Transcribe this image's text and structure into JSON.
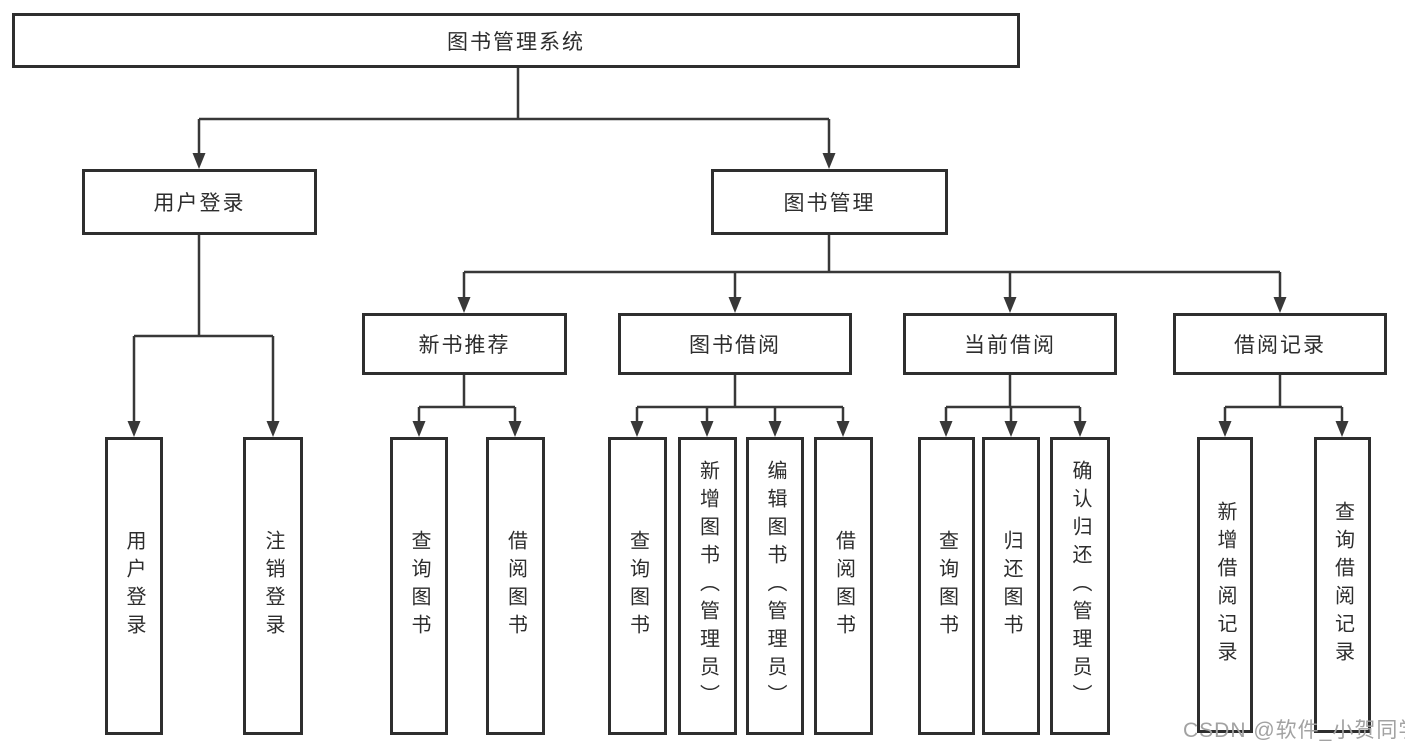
{
  "diagram": {
    "root": {
      "label": "图书管理系统"
    },
    "level2": [
      {
        "label": "用户登录"
      },
      {
        "label": "图书管理"
      }
    ],
    "level3": [
      {
        "label": "新书推荐"
      },
      {
        "label": "图书借阅"
      },
      {
        "label": "当前借阅"
      },
      {
        "label": "借阅记录"
      }
    ],
    "leaves": {
      "user_login": [
        "用户登录",
        "注销登录"
      ],
      "new_books": [
        "查询图书",
        "借阅图书"
      ],
      "book_borrow": [
        "查询图书",
        "新增图书（管理员）",
        "编辑图书（管理员）",
        "借阅图书"
      ],
      "current_borrow": [
        "查询图书",
        "归还图书",
        "确认归还（管理员）"
      ],
      "borrow_records": [
        "新增借阅记录",
        "查询借阅记录"
      ]
    }
  },
  "watermark": {
    "text": "CSDN @软件_小贺同学"
  },
  "colors": {
    "line": "#383838",
    "box_border": "#2e2e2e",
    "text": "#2d2d2d",
    "watermark": "#a2a2a2",
    "background": "#ffffff"
  }
}
